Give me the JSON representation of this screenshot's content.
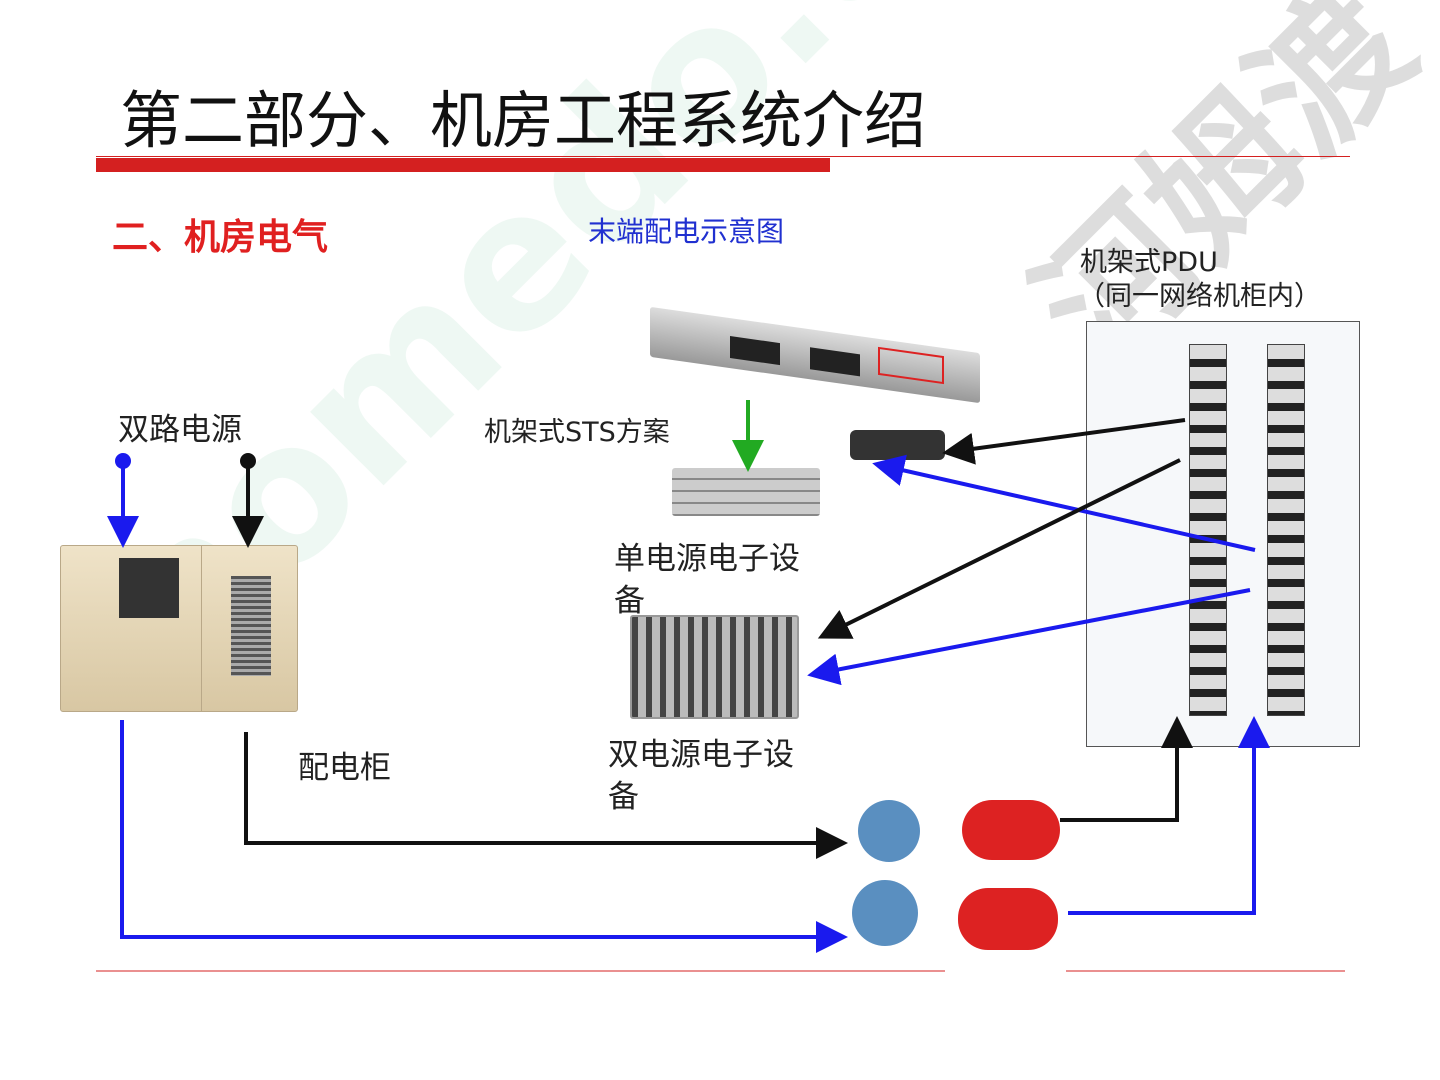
{
  "title": "第二部分、机房工程系统介绍",
  "section": "二、机房电气",
  "diagram_title": "末端配电示意图",
  "labels": {
    "pdu": "机架式PDU",
    "pdu_note": "（同一网络机柜内）",
    "dual_source": "双路电源",
    "sts": "机架式STS方案",
    "single_device_1": "单电源电子设",
    "single_device_2": "备",
    "cabinet": "配电柜",
    "dual_device_1": "双电源电子设",
    "dual_device_2": "备"
  },
  "watermark": {
    "text1": "homedo.com",
    "text2": "河姆渡"
  },
  "colors": {
    "accent_red": "#d42020",
    "blue": "#1a1aee",
    "black": "#111111",
    "green": "#22aa22"
  }
}
